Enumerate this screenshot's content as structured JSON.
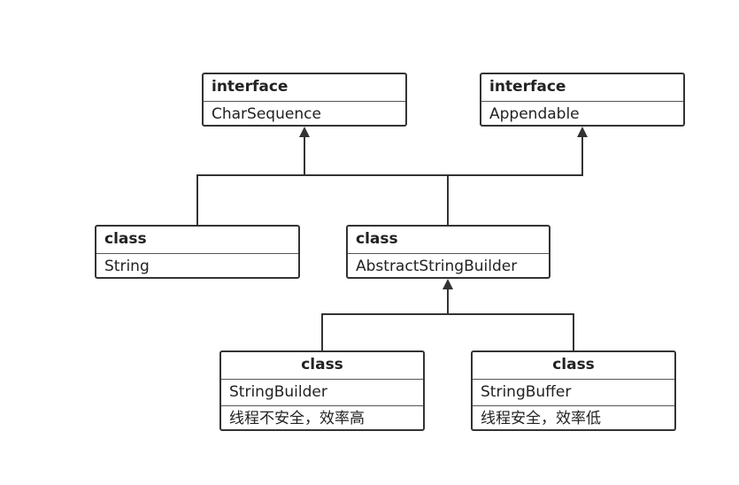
{
  "nodes": {
    "charsequence": {
      "stereotype": "interface",
      "name": "CharSequence"
    },
    "appendable": {
      "stereotype": "interface",
      "name": "Appendable"
    },
    "string": {
      "stereotype": "class",
      "name": "String"
    },
    "abstract_string_builder": {
      "stereotype": "class",
      "name": "AbstractStringBuilder"
    },
    "string_builder": {
      "stereotype": "class",
      "name": "StringBuilder",
      "note": "线程不安全，效率高"
    },
    "string_buffer": {
      "stereotype": "class",
      "name": "StringBuffer",
      "note": "线程安全，效率低"
    }
  },
  "edges": [
    {
      "from": "string",
      "to": "charsequence",
      "type": "inheritance"
    },
    {
      "from": "abstract_string_builder",
      "to": "charsequence",
      "type": "inheritance"
    },
    {
      "from": "abstract_string_builder",
      "to": "appendable",
      "type": "inheritance"
    },
    {
      "from": "string_builder",
      "to": "abstract_string_builder",
      "type": "inheritance"
    },
    {
      "from": "string_buffer",
      "to": "abstract_string_builder",
      "type": "inheritance"
    }
  ],
  "colors": {
    "line": "#333333",
    "text": "#222222",
    "background": "#ffffff"
  }
}
